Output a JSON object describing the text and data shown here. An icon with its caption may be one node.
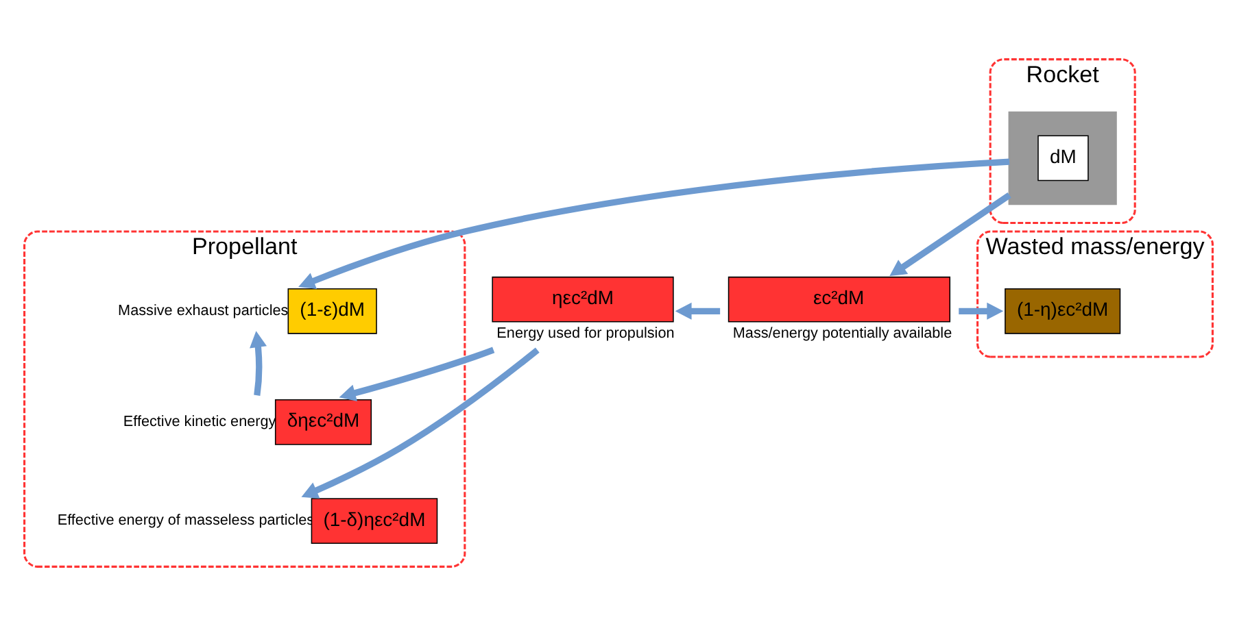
{
  "diagram": {
    "nodes": [
      {
        "text": [
          "Propellant"
        ]
      },
      {
        "text": [
          "(1-ε)dM"
        ],
        "in": 0,
        "beside": [
          "Massive exhaust particles"
        ]
      },
      {
        "text": [
          "δηεc²dM"
        ],
        "in": 0,
        "beside": [
          "Effective kinetic energy"
        ]
      },
      {
        "text": [
          "(1-δ)ηεc²dM"
        ],
        "in": 0,
        "beside": [
          "Effective energy of masseless particles"
        ]
      },
      {
        "text": [
          "Rocket"
        ]
      },
      {
        "text": [],
        "shape": "box",
        "in": 4
      },
      {
        "text": [
          "dM"
        ],
        "in": 5
      },
      {
        "text": [
          "εc²dM"
        ],
        "beside": [
          "Mass/energy potentially available"
        ]
      },
      {
        "text": [
          "ηεc²dM"
        ],
        "beside": [
          "Energy used for propulsion"
        ]
      },
      {
        "text": [
          "Wasted mass/energy"
        ]
      },
      {
        "text": [
          "(1-η)εc²dM"
        ],
        "in": 9
      }
    ],
    "edges": [
      {
        "from": 5,
        "to": 1,
        "arrow": "to"
      },
      {
        "from": 5,
        "to": 7,
        "arrow": "to"
      },
      {
        "from": 7,
        "to": 8,
        "arrow": "to"
      },
      {
        "from": 7,
        "to": 10,
        "arrow": "to"
      },
      {
        "from": 2,
        "to": 1,
        "arrow": "to"
      },
      {
        "from": 8,
        "to": 2,
        "arrow": "to"
      },
      {
        "from": 8,
        "to": 3,
        "arrow": "to"
      }
    ]
  }
}
